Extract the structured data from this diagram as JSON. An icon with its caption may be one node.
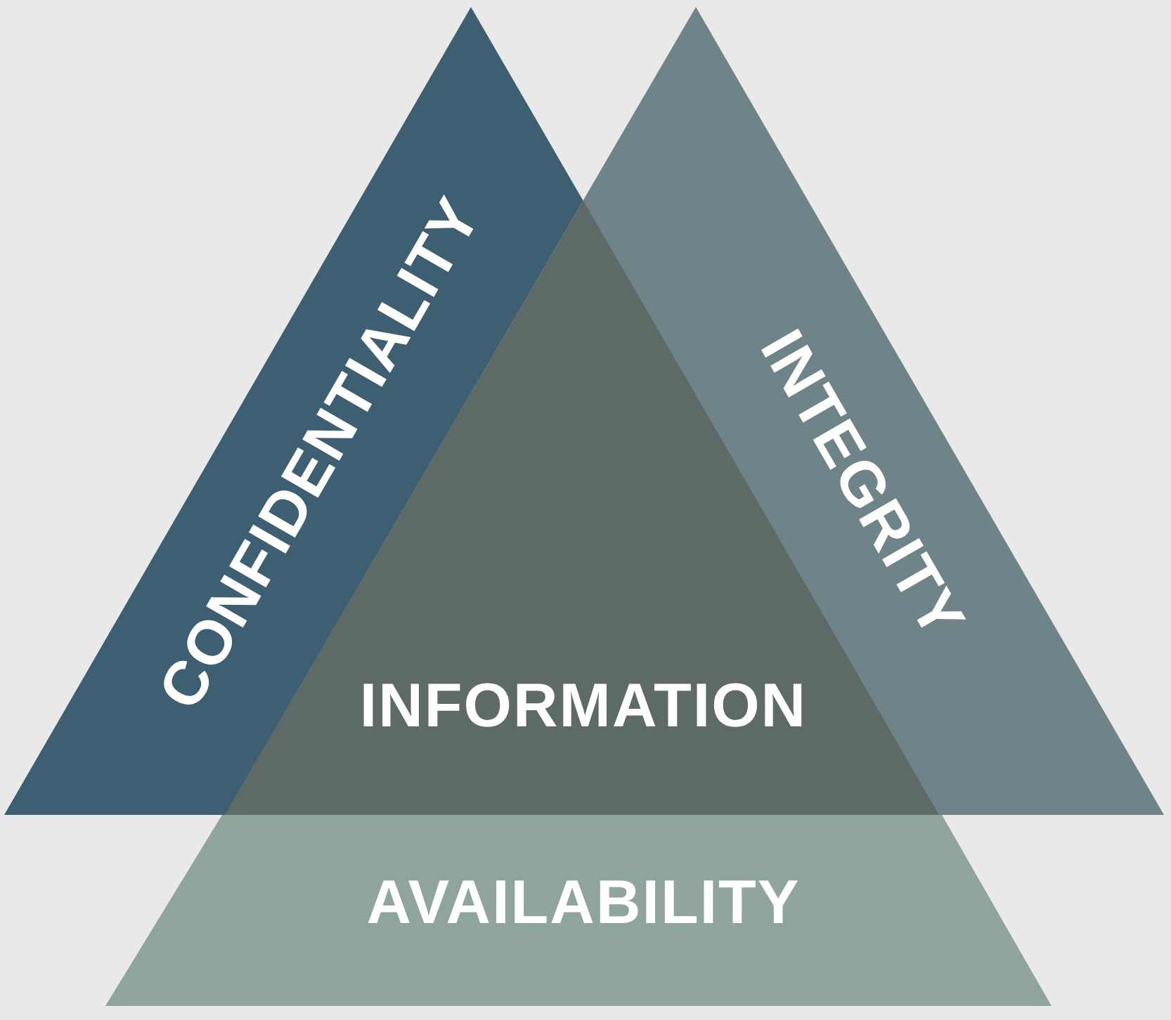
{
  "diagram": {
    "nodes": [
      {
        "text": [
          "CONFIDENTIALITY"
        ]
      },
      {
        "text": [
          "INTEGRITY"
        ]
      },
      {
        "text": [
          "INFORMATION"
        ]
      },
      {
        "text": [
          "AVAILABILITY"
        ]
      }
    ]
  }
}
